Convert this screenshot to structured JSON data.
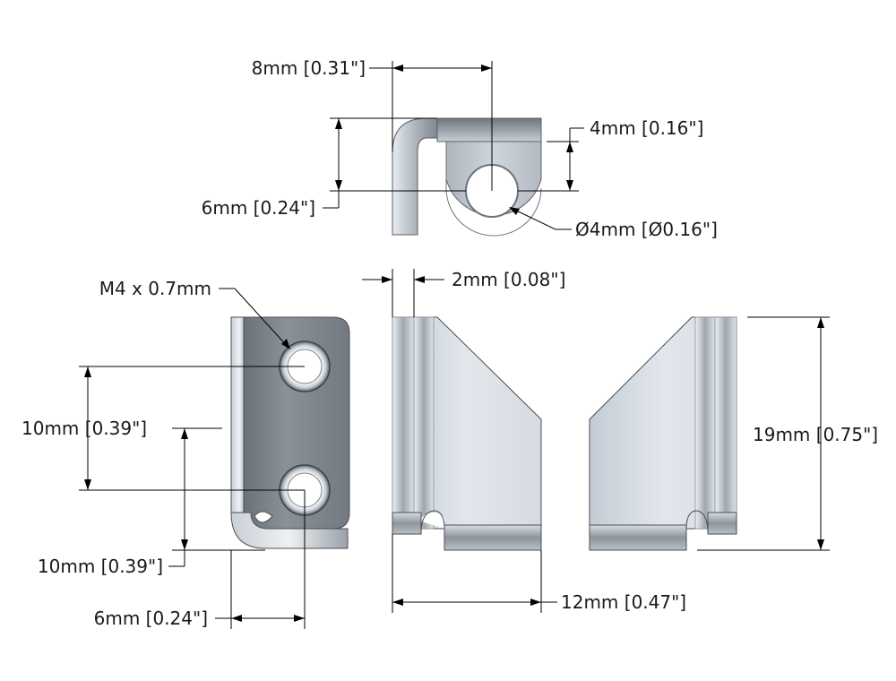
{
  "views": {
    "top": "top-view",
    "front": "front-view",
    "side_left": "side-view-left",
    "side_right": "side-view-right"
  },
  "dimensions": {
    "top_width": "8mm [0.31\"]",
    "top_hole_offset": "4mm [0.16\"]",
    "top_depth": "6mm [0.24\"]",
    "hole_diameter": "Ø4mm [Ø0.16\"]",
    "thread": "M4 x 0.7mm",
    "hole_spacing": "10mm [0.39\"]",
    "hole_to_bottom": "10mm [0.39\"]",
    "hole_to_back": "6mm [0.24\"]",
    "thickness": "2mm [0.08\"]",
    "width": "12mm [0.47\"]",
    "height": "19mm [0.75\"]"
  },
  "colors": {
    "metal_light": "#dde3ea",
    "metal_mid": "#b7bfc8",
    "metal_dark": "#7c848e",
    "outline": "#4a4f55"
  }
}
